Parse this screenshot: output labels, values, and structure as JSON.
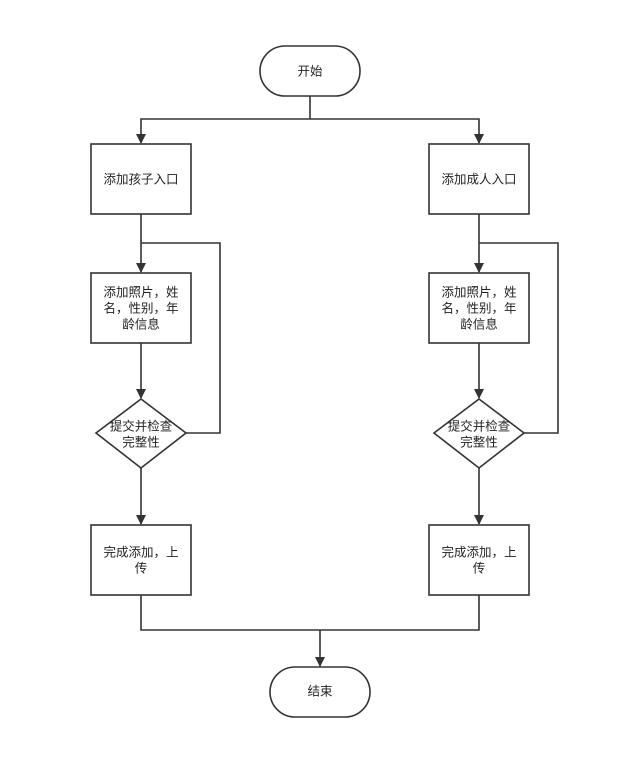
{
  "diagram": {
    "start": "开始",
    "end": "结束",
    "left": {
      "entry": "添加孩子入口",
      "info": [
        "添加照片，姓",
        "名，性别，年",
        "龄信息"
      ],
      "check": [
        "提交并检查",
        "完整性"
      ],
      "done": [
        "完成添加，上",
        "传"
      ]
    },
    "right": {
      "entry": "添加成人入口",
      "info": [
        "添加照片，姓",
        "名，性别，年",
        "龄信息"
      ],
      "check": [
        "提交并检查",
        "完整性"
      ],
      "done": [
        "完成添加，上",
        "传"
      ]
    }
  }
}
